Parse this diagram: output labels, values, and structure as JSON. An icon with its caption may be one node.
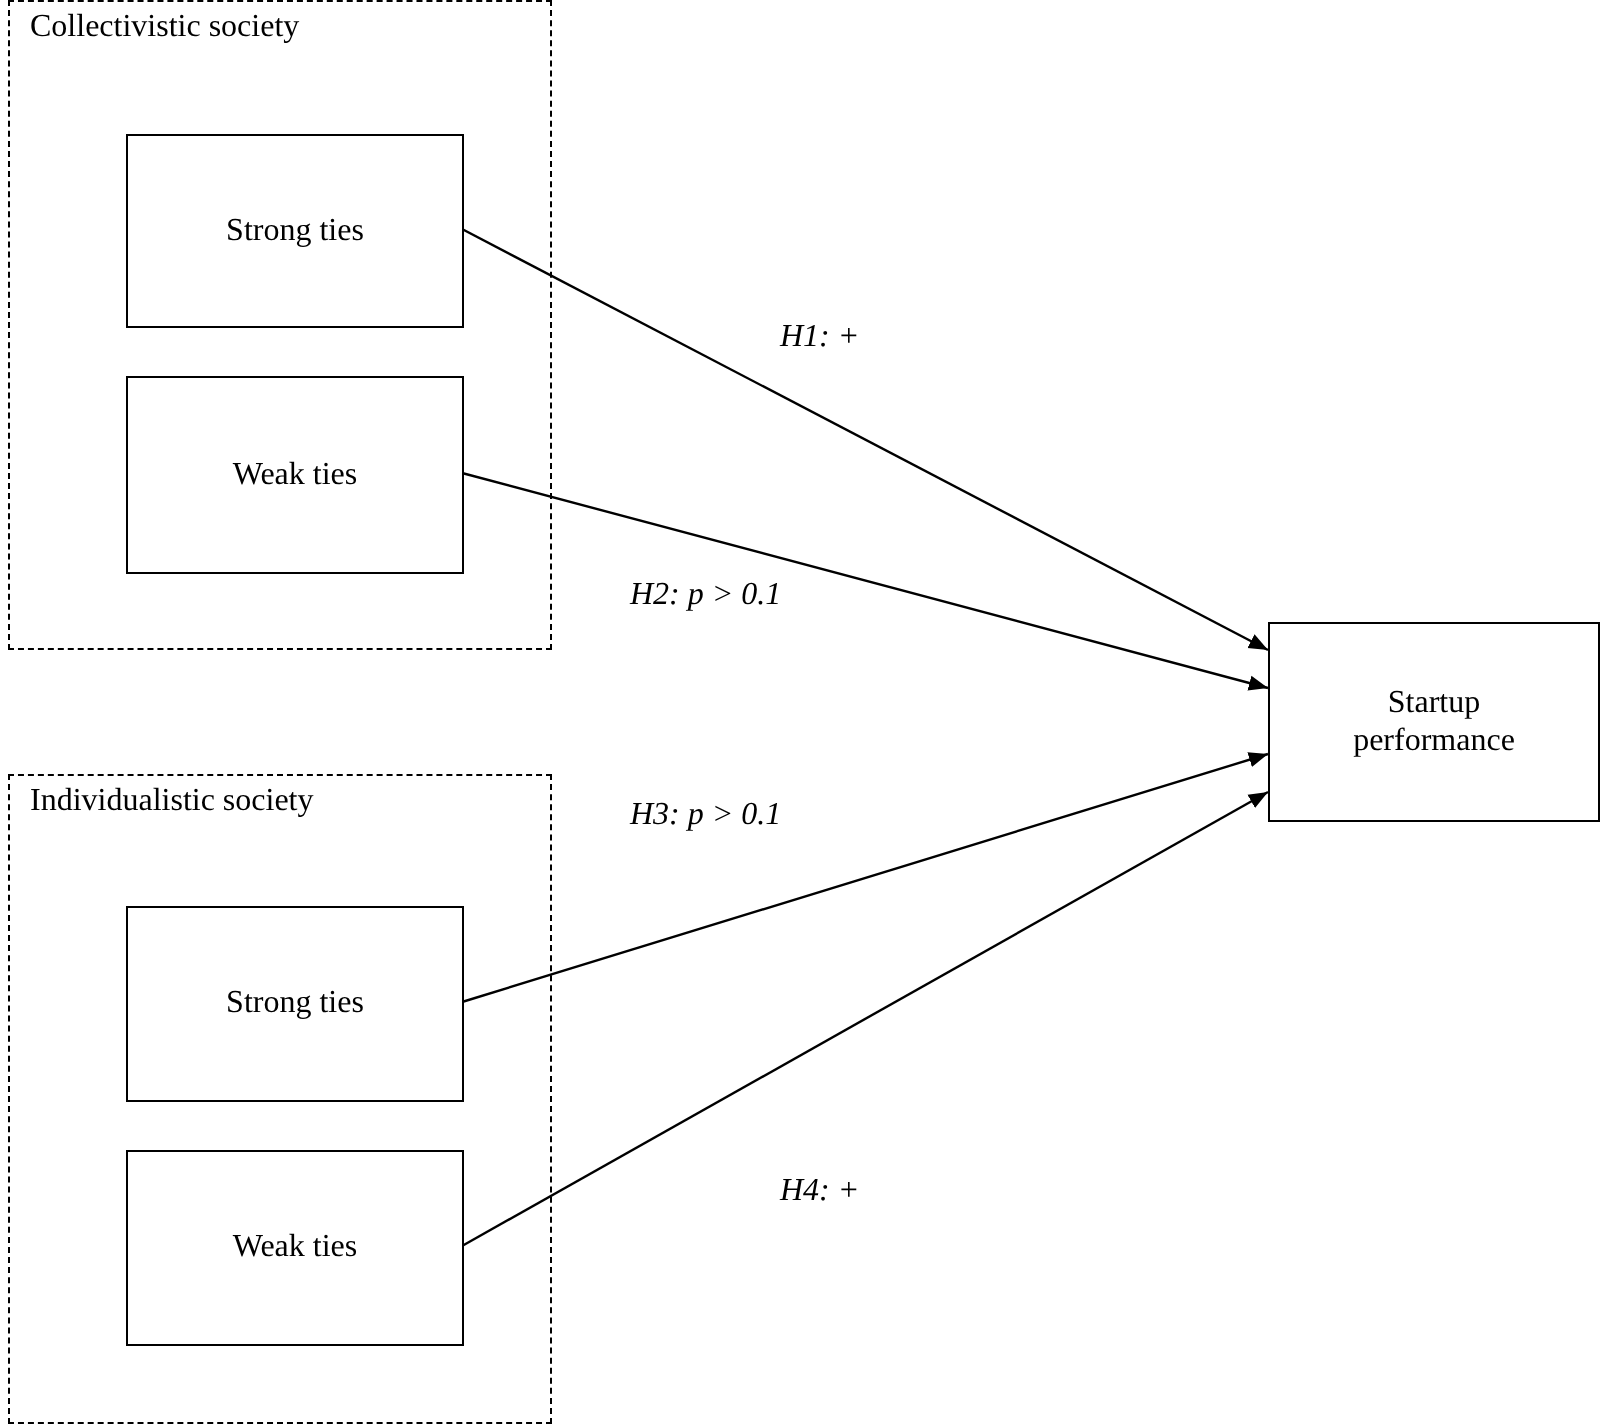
{
  "diagram": {
    "nodes": [
      {
        "text": [
          "Collectivistic society"
        ]
      },
      {
        "text": [
          "Strong ties"
        ],
        "in": 0
      },
      {
        "text": [
          "Weak ties"
        ],
        "in": 0
      },
      {
        "text": [
          "Individualistic society"
        ]
      },
      {
        "text": [
          "Strong ties"
        ],
        "in": 3
      },
      {
        "text": [
          "Weak ties"
        ],
        "in": 3
      },
      {
        "text": [
          "Startup performance"
        ]
      }
    ],
    "edges": [
      {
        "from": 1,
        "to": 6,
        "arrow": "to",
        "label": "H1: +"
      },
      {
        "from": 2,
        "to": 6,
        "arrow": "to",
        "label": "H2: p > 0.1"
      },
      {
        "from": 4,
        "to": 6,
        "arrow": "to",
        "label": "H3: p > 0.1"
      },
      {
        "from": 5,
        "to": 6,
        "arrow": "to",
        "label": "H4: +"
      }
    ]
  }
}
